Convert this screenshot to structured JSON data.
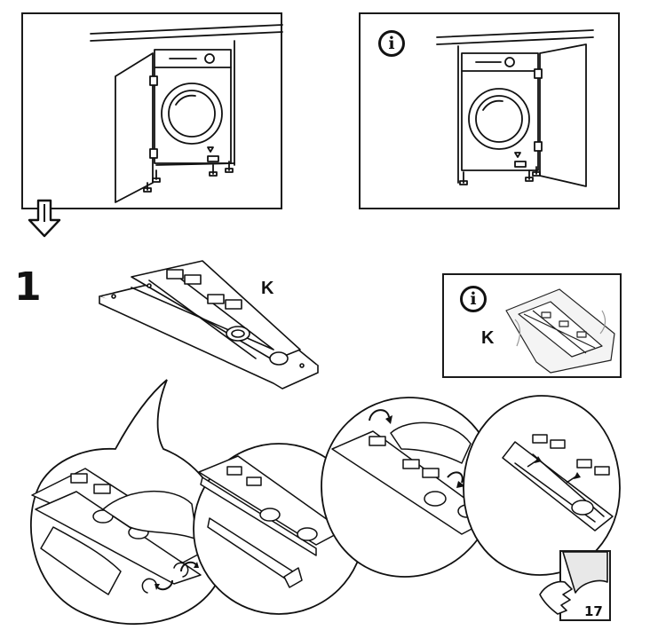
{
  "step": {
    "number": "1"
  },
  "part_label": "K",
  "info_panel": {
    "icon": "info-icon",
    "part_label": "K"
  },
  "top_right_panel": {
    "icon": "info-icon"
  },
  "page": {
    "number": "17"
  },
  "icons": {
    "next_arrow": "down-arrow-icon",
    "page_turn": "page-turn-hand-icon",
    "rotate": "rotate-arrow-icon"
  }
}
